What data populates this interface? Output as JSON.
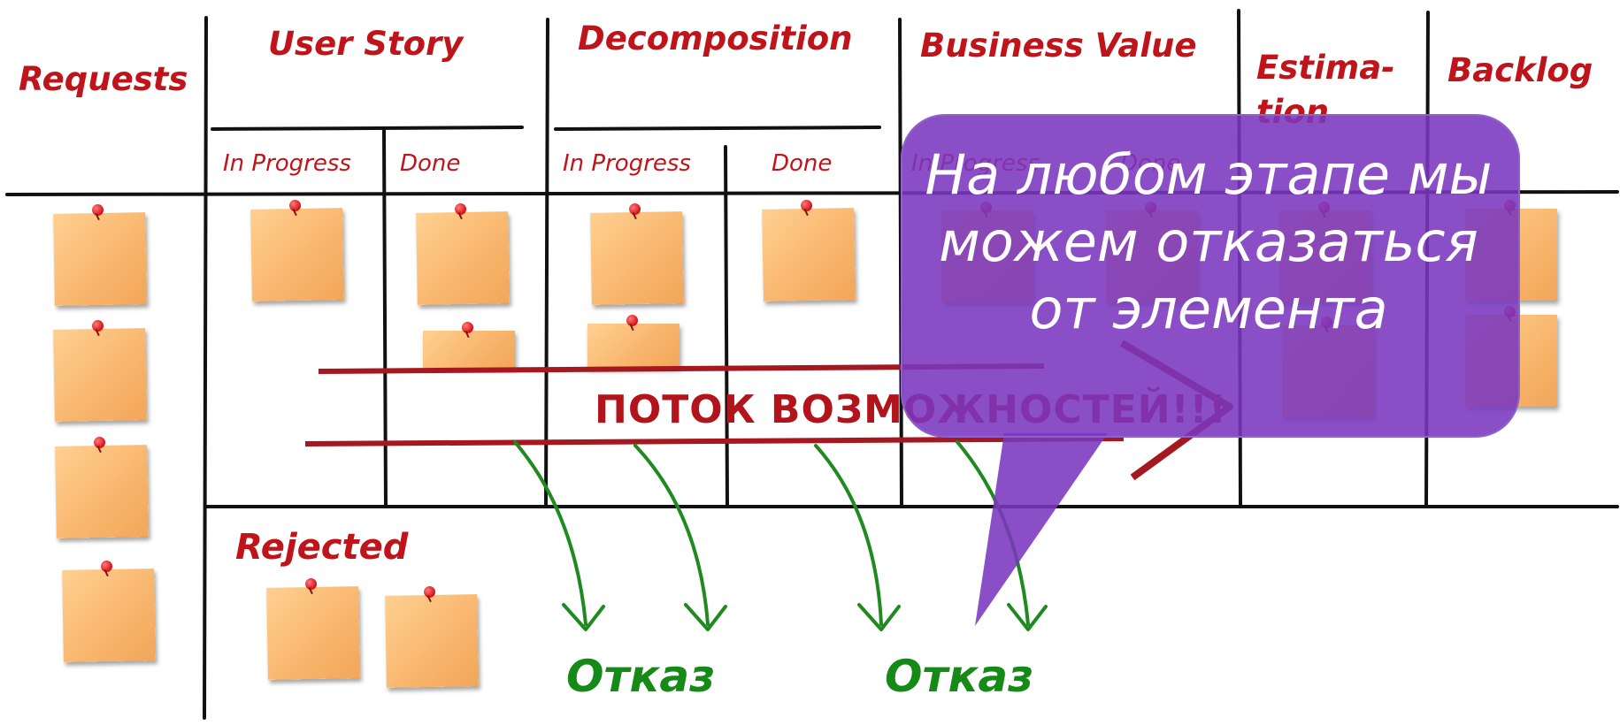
{
  "columns": {
    "requests": "Requests",
    "user_story": "User Story",
    "decomposition": "Decomposition",
    "business_value": "Business Value",
    "estimation": "Estima-\ntion",
    "backlog": "Backlog"
  },
  "subcolumns": {
    "in_progress": "In Progress",
    "done": "Done"
  },
  "flow_label": "ПОТОК ВОЗМОЖНОСТЕЙ!!!",
  "rejected_label": "Rejected",
  "reject_labels": [
    "Отказ",
    "Отказ"
  ],
  "callout": "На любом этапе мы можем отказаться от элемента",
  "colors": {
    "header_red": "#c0141b",
    "flow_red": "#b3141b",
    "reject_green": "#168a16",
    "note_orange": "#f8b56c",
    "callout_purple": "#7a37be"
  }
}
